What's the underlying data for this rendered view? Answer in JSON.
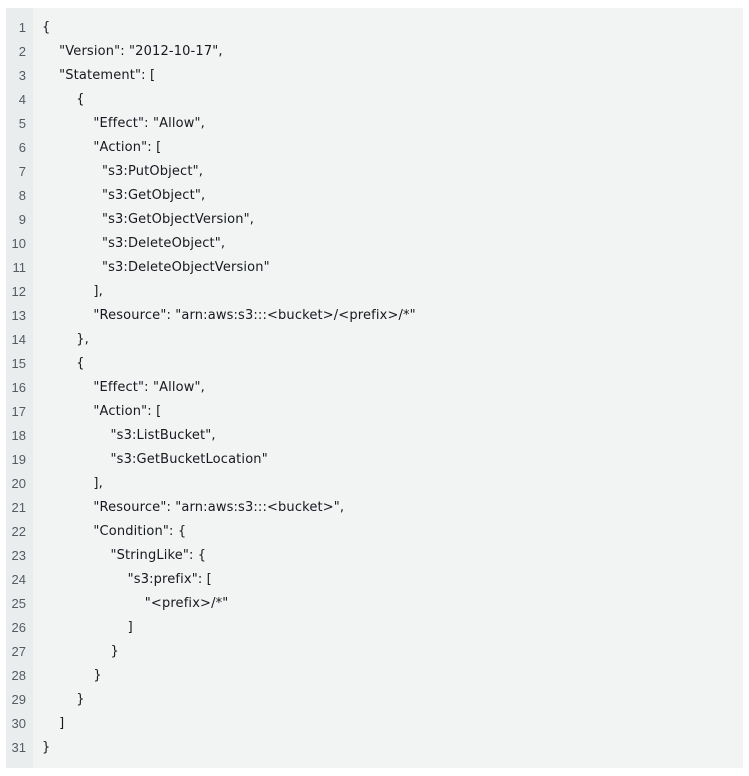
{
  "code": {
    "language": "json",
    "lines": [
      {
        "num": "1",
        "text": "{"
      },
      {
        "num": "2",
        "text": "    \"Version\": \"2012-10-17\","
      },
      {
        "num": "3",
        "text": "    \"Statement\": ["
      },
      {
        "num": "4",
        "text": "        {"
      },
      {
        "num": "5",
        "text": "            \"Effect\": \"Allow\","
      },
      {
        "num": "6",
        "text": "            \"Action\": ["
      },
      {
        "num": "7",
        "text": "              \"s3:PutObject\","
      },
      {
        "num": "8",
        "text": "              \"s3:GetObject\","
      },
      {
        "num": "9",
        "text": "              \"s3:GetObjectVersion\","
      },
      {
        "num": "10",
        "text": "              \"s3:DeleteObject\","
      },
      {
        "num": "11",
        "text": "              \"s3:DeleteObjectVersion\""
      },
      {
        "num": "12",
        "text": "            ],"
      },
      {
        "num": "13",
        "text": "            \"Resource\": \"arn:aws:s3:::<bucket>/<prefix>/*\""
      },
      {
        "num": "14",
        "text": "        },"
      },
      {
        "num": "15",
        "text": "        {"
      },
      {
        "num": "16",
        "text": "            \"Effect\": \"Allow\","
      },
      {
        "num": "17",
        "text": "            \"Action\": ["
      },
      {
        "num": "18",
        "text": "                \"s3:ListBucket\","
      },
      {
        "num": "19",
        "text": "                \"s3:GetBucketLocation\""
      },
      {
        "num": "20",
        "text": "            ],"
      },
      {
        "num": "21",
        "text": "            \"Resource\": \"arn:aws:s3:::<bucket>\","
      },
      {
        "num": "22",
        "text": "            \"Condition\": {"
      },
      {
        "num": "23",
        "text": "                \"StringLike\": {"
      },
      {
        "num": "24",
        "text": "                    \"s3:prefix\": ["
      },
      {
        "num": "25",
        "text": "                        \"<prefix>/*\""
      },
      {
        "num": "26",
        "text": "                    ]"
      },
      {
        "num": "27",
        "text": "                }"
      },
      {
        "num": "28",
        "text": "            }"
      },
      {
        "num": "29",
        "text": "        }"
      },
      {
        "num": "30",
        "text": "    ]"
      },
      {
        "num": "31",
        "text": "}"
      }
    ]
  }
}
